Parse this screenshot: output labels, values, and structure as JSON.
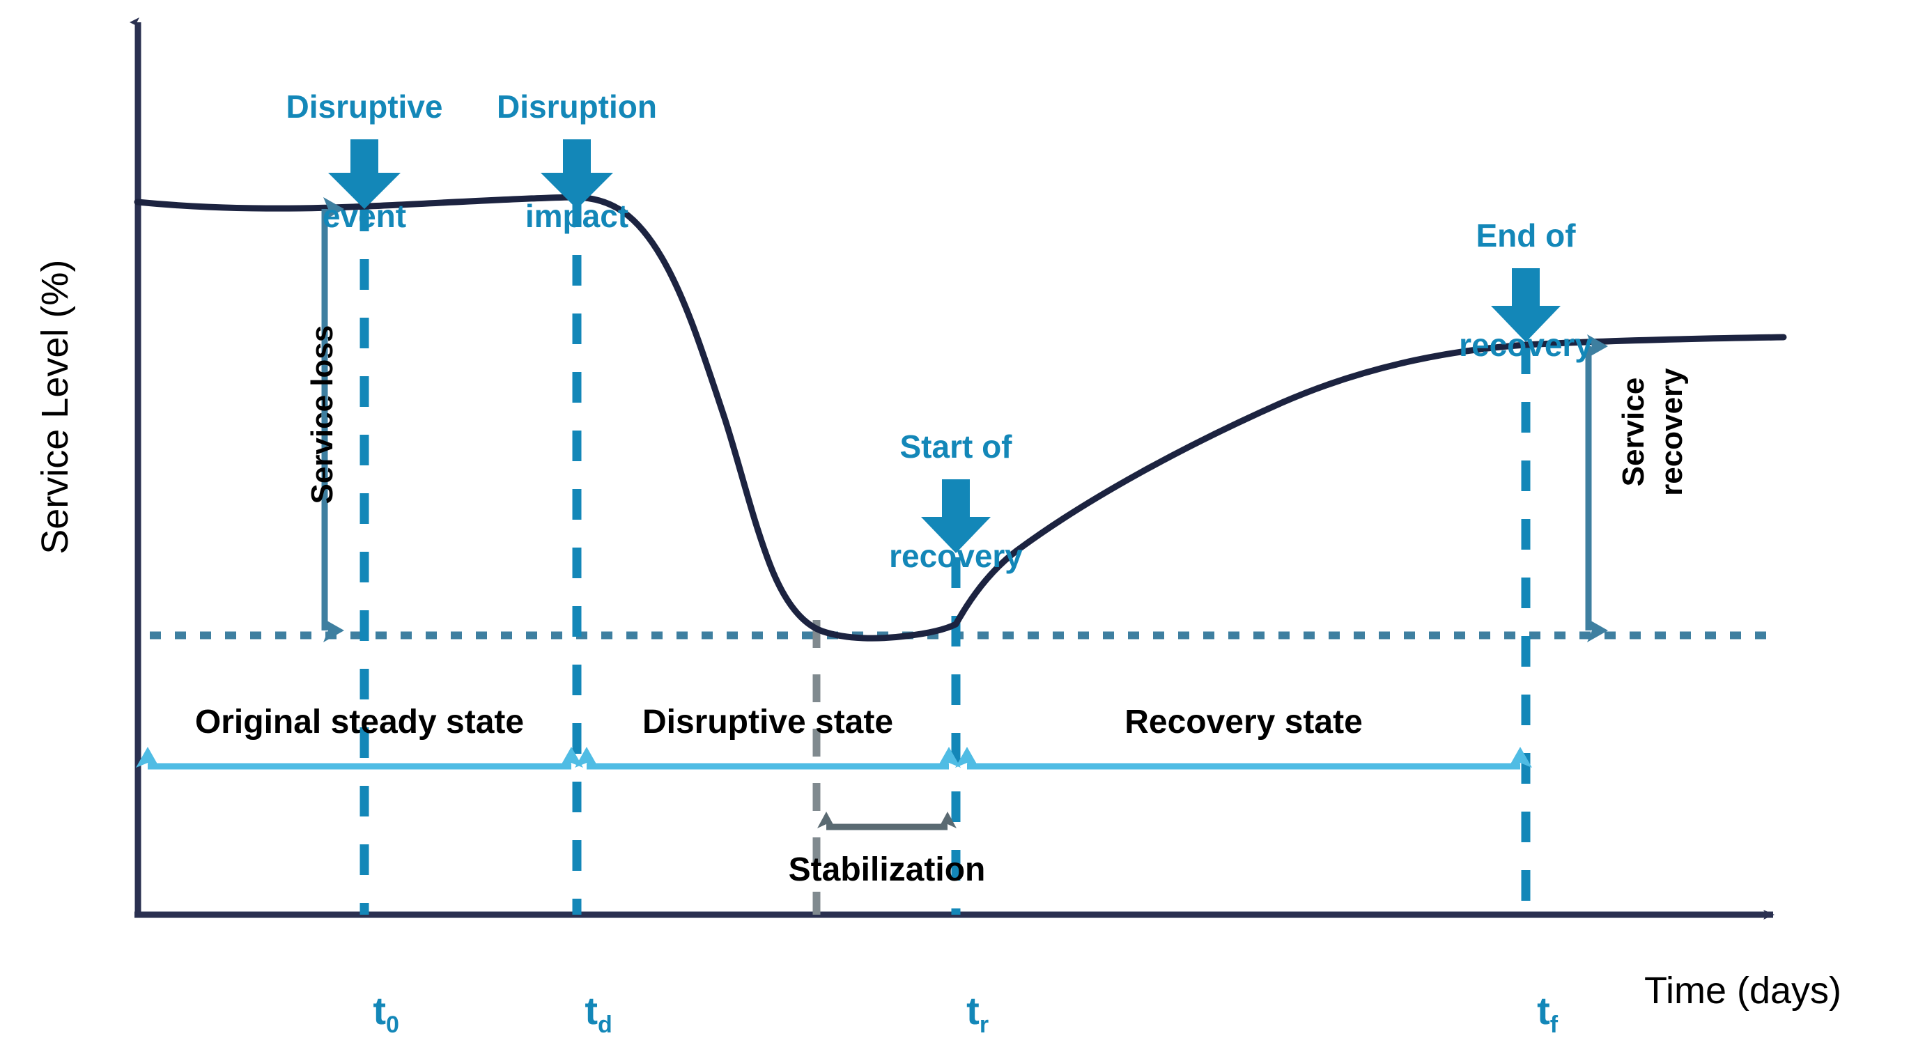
{
  "chart_data": {
    "type": "line",
    "title": "",
    "xlabel": "Time (days)",
    "ylabel": "Service Level (%)",
    "grid": false,
    "legend": "none",
    "xlim": [
      0,
      100
    ],
    "ylim": [
      0,
      100
    ],
    "x_tick_labels": [
      "t0",
      "td",
      "tr",
      "tf"
    ],
    "series": [
      {
        "name": "Service level",
        "color": "#1C2340",
        "description": "Resilience curve: steady state, disruption drop, stabilization trough, recovery ramp, new steady state",
        "points": [
          {
            "x": 0.0,
            "y": 92.5
          },
          {
            "x": 5.0,
            "y": 92.2
          },
          {
            "x": 9.6,
            "y": 91.9
          },
          {
            "x": 14.0,
            "y": 92.0
          },
          {
            "x": 20.0,
            "y": 92.3
          },
          {
            "x": 26.8,
            "y": 92.6
          },
          {
            "x": 30.0,
            "y": 91.0
          },
          {
            "x": 33.5,
            "y": 86.0
          },
          {
            "x": 36.5,
            "y": 77.0
          },
          {
            "x": 39.5,
            "y": 65.0
          },
          {
            "x": 42.5,
            "y": 53.0
          },
          {
            "x": 45.5,
            "y": 44.0
          },
          {
            "x": 48.5,
            "y": 38.5
          },
          {
            "x": 52.0,
            "y": 35.8
          },
          {
            "x": 56.0,
            "y": 35.2
          },
          {
            "x": 60.0,
            "y": 35.4
          },
          {
            "x": 64.0,
            "y": 36.4
          },
          {
            "x": 68.6,
            "y": 38.0
          },
          {
            "x": 72.0,
            "y": 46.0
          },
          {
            "x": 78.0,
            "y": 55.0
          },
          {
            "x": 84.0,
            "y": 63.0
          },
          {
            "x": 90.0,
            "y": 70.5
          },
          {
            "x": 95.0,
            "y": 75.5
          },
          {
            "x": 99.0,
            "y": 78.2
          },
          {
            "x": 102.0,
            "y": 79.2
          },
          {
            "x": 108.0,
            "y": 79.6
          },
          {
            "x": 114.0,
            "y": 80.0
          }
        ]
      }
    ],
    "reference_lines": [
      {
        "name": "minimum-service-level",
        "style": "dotted",
        "orientation": "horizontal",
        "color": "#3E7FA0"
      },
      {
        "name": "t0",
        "style": "dashed",
        "orientation": "vertical",
        "color": "#1387B8"
      },
      {
        "name": "td",
        "style": "dashed",
        "orientation": "vertical",
        "color": "#1387B8"
      },
      {
        "name": "stabilization-start",
        "style": "dashed",
        "orientation": "vertical",
        "color": "#808A8F"
      },
      {
        "name": "tr",
        "style": "dashed",
        "orientation": "vertical",
        "color": "#1387B8"
      },
      {
        "name": "tf",
        "style": "dashed",
        "orientation": "vertical",
        "color": "#1387B8"
      }
    ]
  },
  "axes": {
    "y_title": "Service Level (%)",
    "x_title": "Time (days)"
  },
  "callouts": [
    {
      "id": "disruptive-event",
      "line1": "Disruptive",
      "line2": "event"
    },
    {
      "id": "disruption-impact",
      "line1": "Disruption",
      "line2": "impact"
    },
    {
      "id": "start-of-recovery",
      "line1": "Start of",
      "line2": "recovery"
    },
    {
      "id": "end-of-recovery",
      "line1": "End of",
      "line2": "recovery"
    }
  ],
  "measures": [
    {
      "id": "service-loss",
      "label": "Service loss"
    },
    {
      "id": "service-recovery",
      "label_line1": "Service",
      "label_line2": "recovery"
    },
    {
      "id": "stabilization",
      "label": "Stabilization"
    }
  ],
  "states": [
    {
      "id": "original-steady-state",
      "label": "Original steady state"
    },
    {
      "id": "disruptive-state",
      "label": "Disruptive state"
    },
    {
      "id": "recovery-state",
      "label": "Recovery state"
    }
  ],
  "ticks": [
    {
      "id": "t0",
      "base": "t",
      "sub": "0"
    },
    {
      "id": "td",
      "base": "t",
      "sub": "d"
    },
    {
      "id": "tr",
      "base": "t",
      "sub": "r"
    },
    {
      "id": "tf",
      "base": "t",
      "sub": "f"
    }
  ],
  "colors": {
    "accent_blue": "#1387B8",
    "light_blue": "#4FBCE4",
    "curve": "#1C2340",
    "axis": "#2A3050",
    "measure_arrow": "#3E7FA0",
    "gray_arrow": "#5A6A72",
    "gray_dash": "#808A8F"
  }
}
